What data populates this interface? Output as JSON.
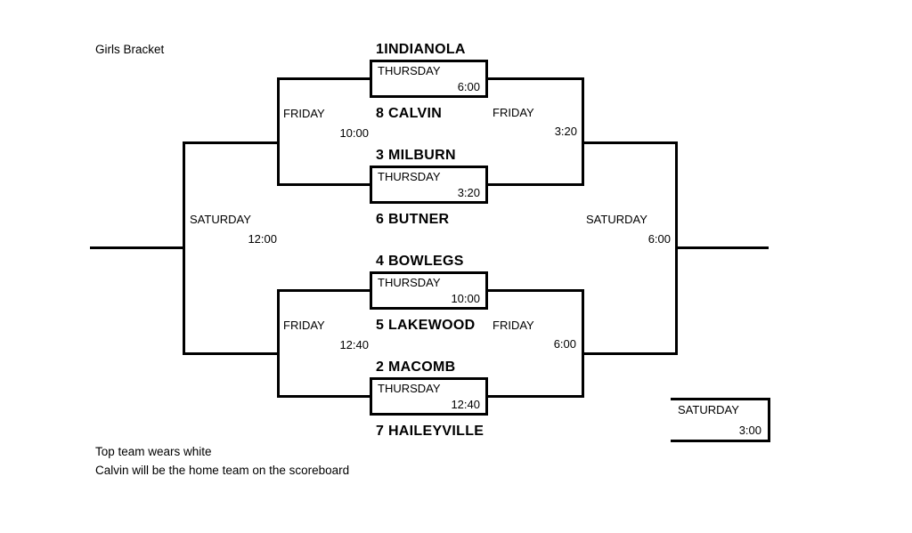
{
  "header": {
    "title": "Girls Bracket"
  },
  "games": [
    {
      "top_team": "1INDIANOLA",
      "day": "THURSDAY",
      "time": "6:00",
      "bottom_team": "8 CALVIN"
    },
    {
      "top_team": "3 MILBURN",
      "day": "THURSDAY",
      "time": "3:20",
      "bottom_team": "6 BUTNER"
    },
    {
      "top_team": "4 BOWLEGS",
      "day": "THURSDAY",
      "time": "10:00",
      "bottom_team": "5 LAKEWOOD"
    },
    {
      "top_team": "2 MACOMB",
      "day": "THURSDAY",
      "time": "12:40",
      "bottom_team": "7 HAILEYVILLE"
    }
  ],
  "rounds": {
    "left_top": {
      "day": "FRIDAY",
      "time": "10:00"
    },
    "left_bottom": {
      "day": "FRIDAY",
      "time": "12:40"
    },
    "left_outer": {
      "day": "SATURDAY",
      "time": "12:00"
    },
    "right_top": {
      "day": "FRIDAY",
      "time": "3:20"
    },
    "right_bottom": {
      "day": "FRIDAY",
      "time": "6:00"
    },
    "right_outer": {
      "day": "SATURDAY",
      "time": "6:00"
    },
    "standalone": {
      "day": "SATURDAY",
      "time": "3:00"
    }
  },
  "notes": [
    "Top team wears white",
    "Calvin will be the home team on the scoreboard"
  ],
  "colors": {
    "line": "#000000",
    "background": "#ffffff",
    "text": "#000000"
  }
}
